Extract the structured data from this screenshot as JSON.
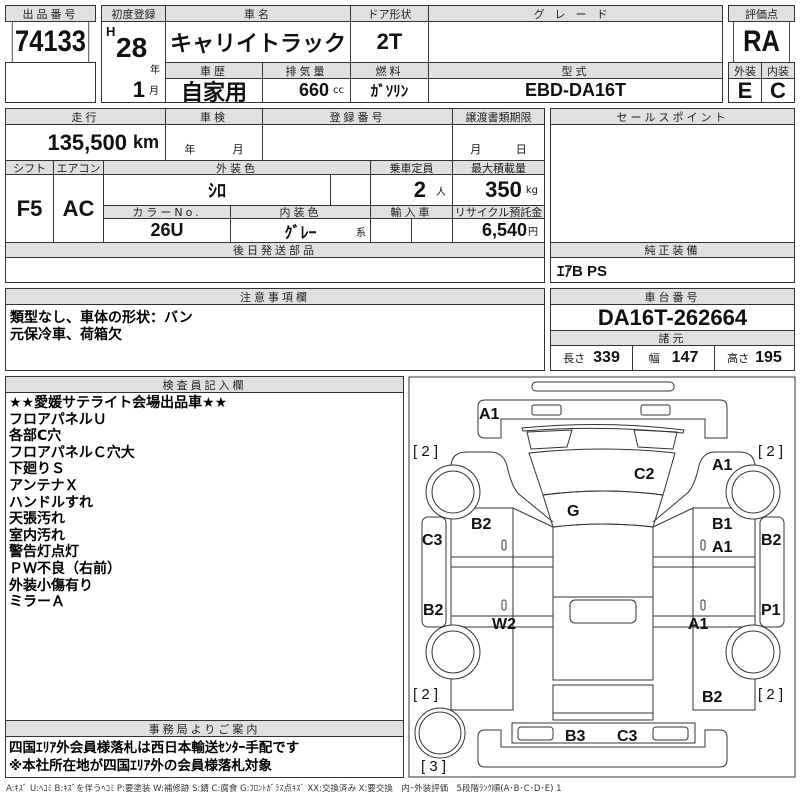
{
  "lot": {
    "label": "出品番号",
    "value": "74133"
  },
  "first_reg": {
    "label": "初度登録",
    "era": "H",
    "year": "28",
    "year_unit": "年",
    "month": "1",
    "month_unit": "月"
  },
  "car_name": {
    "label": "車名",
    "value": "キャリイトラック"
  },
  "door": {
    "label": "ドア形状",
    "value": "2T"
  },
  "grade": {
    "label": "グレード",
    "value": ""
  },
  "score": {
    "label": "評価点",
    "value": "RA",
    "exterior_label": "外装",
    "interior_label": "内装",
    "exterior": "E",
    "interior": "C"
  },
  "history": {
    "label": "車歴",
    "value": "自家用"
  },
  "displacement": {
    "label": "排気量",
    "value": "660",
    "unit": "cc"
  },
  "fuel": {
    "label": "燃料",
    "value": "ｶﾞｿﾘﾝ"
  },
  "model": {
    "label": "型式",
    "value": "EBD-DA16T"
  },
  "mileage": {
    "label": "走行",
    "value": "135,500",
    "unit": "km"
  },
  "inspection": {
    "label": "車検",
    "year_unit": "年",
    "month_unit": "月"
  },
  "registration": {
    "label": "登録番号",
    "value": ""
  },
  "transfer_deadline": {
    "label": "譲渡書類期限",
    "month_unit": "月",
    "day_unit": "日"
  },
  "shift": {
    "label": "シフト",
    "value": "F5"
  },
  "aircon": {
    "label": "エアコン",
    "value": "AC"
  },
  "ext_color": {
    "label": "外装色",
    "value": "ｼﾛ"
  },
  "capacity": {
    "label": "乗車定員",
    "value": "2",
    "unit": "人"
  },
  "max_load": {
    "label": "最大積載量",
    "value": "350",
    "unit": "kg"
  },
  "color_no": {
    "label": "カラーNo.",
    "value": "26U"
  },
  "int_color": {
    "label": "内装色",
    "value": "ｸﾞﾚｰ",
    "suffix": "系"
  },
  "import": {
    "label": "輸入車"
  },
  "recycle": {
    "label": "リサイクル預託金",
    "value": "6,540",
    "unit": "円"
  },
  "later_parts": {
    "label": "後日発送部品",
    "value": ""
  },
  "sales_point": {
    "label": "セールスポイント"
  },
  "equipment": {
    "label": "純正装備",
    "value": "ｴｱB PS"
  },
  "notes": {
    "label": "注意事項欄",
    "lines": [
      "類型なし、車体の形状：バン",
      "元保冷車、荷箱欠"
    ]
  },
  "chassis": {
    "label": "車台番号",
    "value": "DA16T-262664",
    "spec_label": "諸元",
    "length_label": "長さ",
    "length": "339",
    "width_label": "幅",
    "width": "147",
    "height_label": "高さ",
    "height": "195"
  },
  "inspector": {
    "label": "検査員記入欄",
    "lines": [
      "★★愛媛サテライト会場出品車★★",
      "フロアパネルＵ",
      "各部C穴",
      "フロアパネルＣ穴大",
      "下廻りＳ",
      "アンテナＸ",
      "ハンドルすれ",
      "天張汚れ",
      "室内汚れ",
      "警告灯点灯",
      "ＰＷ不良（右前）",
      "外装小傷有り",
      "ミラーＡ"
    ]
  },
  "office": {
    "label": "事務局よりご案内",
    "lines": [
      "四国ｴﾘｱ外会員様落札は西日本輸送ｾﾝﾀｰ手配です",
      "※本社所在地が四国ｴﾘｱ外の会員様落札対象"
    ]
  },
  "diagram": {
    "marks": [
      "A1",
      "[ 2 ]",
      "C2",
      "G",
      "A1",
      "[ 2 ]",
      "B2",
      "C3",
      "B1",
      "A1",
      "B2",
      "B2",
      "W2",
      "P1",
      "A1",
      "[ 2 ]",
      "B2",
      "[ 2 ]",
      "B3",
      "C3",
      "[ 3 ]"
    ]
  },
  "legend": "A:ｷｽﾞ U:ﾍｺﾐ B:ｷｽﾞを伴うﾍｺﾐ P:要塗装 W:補修跡 S:錆 C:腐食 G:ﾌﾛﾝﾄｶﾞﾗｽ点ｷｽﾞ XX:交換済み X:要交換　内･外装評価　5段階ﾗﾝｸ順(A･B･C･D･E) 1"
}
